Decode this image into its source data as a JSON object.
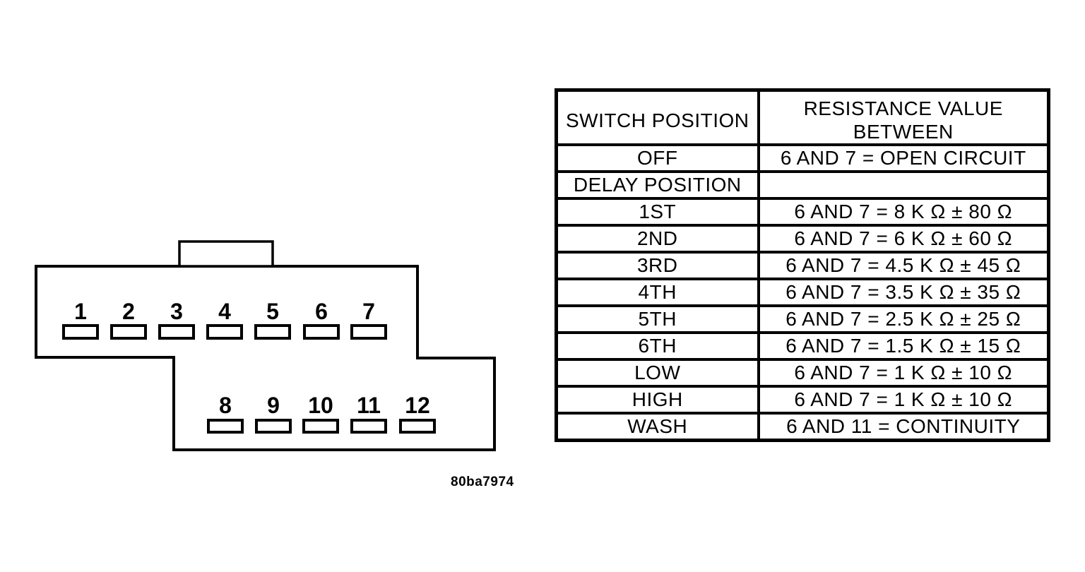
{
  "figure": {
    "code": "80ba7974"
  },
  "connector": {
    "top_pins": [
      "1",
      "2",
      "3",
      "4",
      "5",
      "6",
      "7"
    ],
    "bottom_pins": [
      "8",
      "9",
      "10",
      "11",
      "12"
    ]
  },
  "table": {
    "header": {
      "col1": "SWITCH POSITION",
      "col2": "RESISTANCE VALUE BETWEEN"
    },
    "rows": [
      {
        "position": "OFF",
        "value": "6 AND 7 = OPEN CIRCUIT"
      },
      {
        "position": "DELAY POSITION",
        "value": ""
      },
      {
        "position": "1ST",
        "value": "6 AND 7 = 8 K Ω ± 80 Ω"
      },
      {
        "position": "2ND",
        "value": "6 AND 7 = 6 K Ω ± 60 Ω"
      },
      {
        "position": "3RD",
        "value": "6 AND 7 = 4.5 K Ω ± 45 Ω"
      },
      {
        "position": "4TH",
        "value": "6 AND 7 = 3.5 K Ω ± 35 Ω"
      },
      {
        "position": "5TH",
        "value": "6 AND 7 = 2.5 K Ω ± 25 Ω"
      },
      {
        "position": "6TH",
        "value": "6 AND 7 = 1.5 K Ω ± 15 Ω"
      },
      {
        "position": "LOW",
        "value": "6 AND 7 = 1 K Ω ± 10 Ω"
      },
      {
        "position": "HIGH",
        "value": "6 AND 7 = 1 K Ω ± 10 Ω"
      },
      {
        "position": "WASH",
        "value": "6 AND 11 = CONTINUITY"
      }
    ]
  },
  "colors": {
    "ink": "#000000",
    "background": "#ffffff"
  }
}
